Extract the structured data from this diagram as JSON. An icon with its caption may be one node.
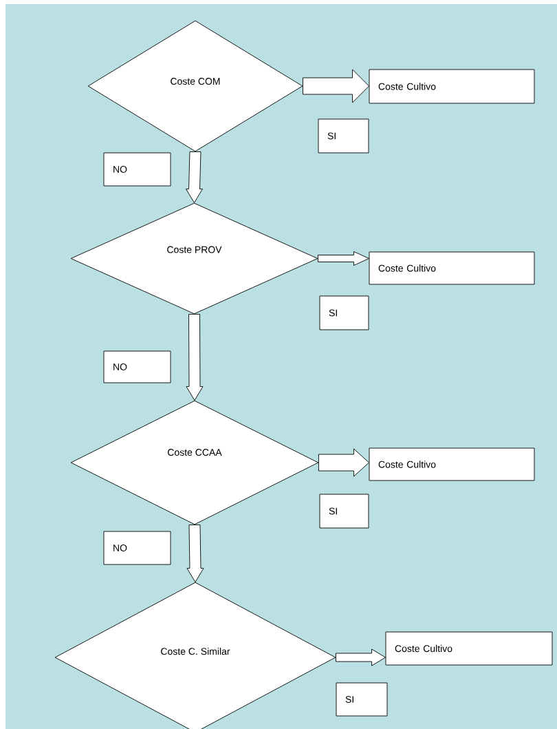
{
  "diagram": {
    "nodes": [
      {
        "text": [
          "Coste COM"
        ]
      },
      {
        "text": [
          "Coste Cultivo"
        ]
      },
      {
        "text": [
          "SI"
        ]
      },
      {
        "text": [
          "NO"
        ]
      },
      {
        "text": [
          "Coste PROV"
        ]
      },
      {
        "text": [
          "Coste Cultivo"
        ]
      },
      {
        "text": [
          "SI"
        ]
      },
      {
        "text": [
          "NO"
        ]
      },
      {
        "text": [
          "Coste CCAA"
        ]
      },
      {
        "text": [
          "Coste Cultivo"
        ]
      },
      {
        "text": [
          "SI"
        ]
      },
      {
        "text": [
          "NO"
        ]
      },
      {
        "text": [
          "Coste C. Similar"
        ]
      },
      {
        "text": [
          "Coste Cultivo"
        ]
      },
      {
        "text": [
          "SI"
        ]
      }
    ],
    "edges": [
      {
        "from": 0,
        "to": 1,
        "arrow": "to"
      },
      {
        "from": 0,
        "to": 4,
        "arrow": "to"
      },
      {
        "from": 4,
        "to": 5,
        "arrow": "to"
      },
      {
        "from": 4,
        "to": 8,
        "arrow": "to"
      },
      {
        "from": 8,
        "to": 9,
        "arrow": "to"
      },
      {
        "from": 8,
        "to": 12,
        "arrow": "to"
      },
      {
        "from": 12,
        "to": 13,
        "arrow": "to"
      }
    ]
  }
}
